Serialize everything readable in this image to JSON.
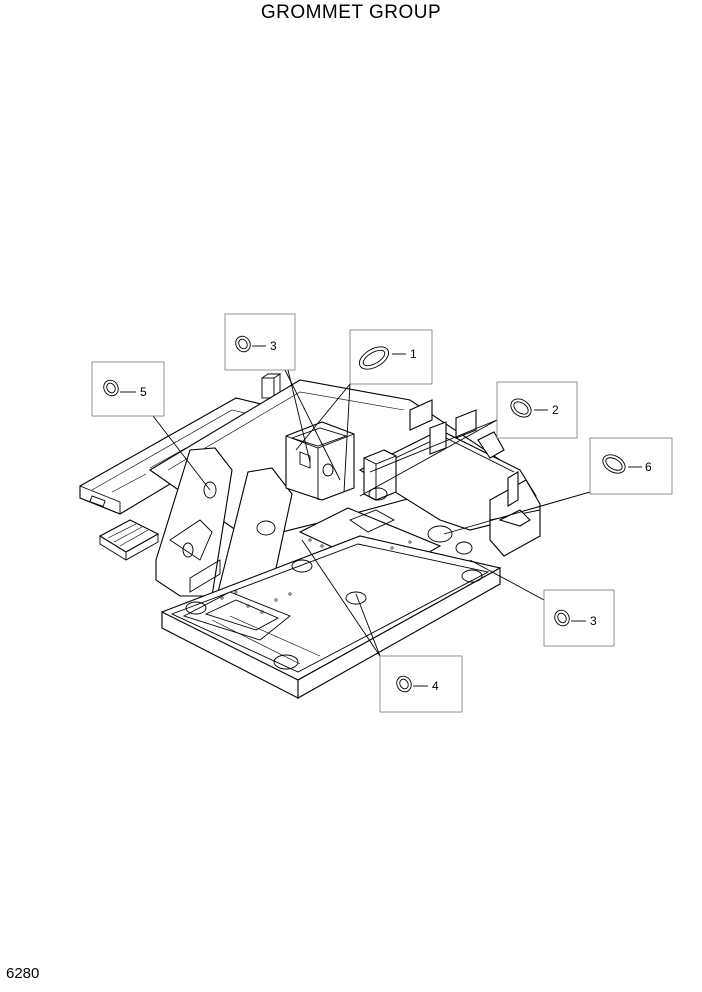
{
  "title": "GROMMET GROUP",
  "page_code": "6280",
  "callouts": [
    {
      "id": "callout-1",
      "label": "1"
    },
    {
      "id": "callout-2",
      "label": "2"
    },
    {
      "id": "callout-3-top",
      "label": "3"
    },
    {
      "id": "callout-3-right",
      "label": "3"
    },
    {
      "id": "callout-4",
      "label": "4"
    },
    {
      "id": "callout-5",
      "label": "5"
    },
    {
      "id": "callout-6",
      "label": "6"
    }
  ]
}
